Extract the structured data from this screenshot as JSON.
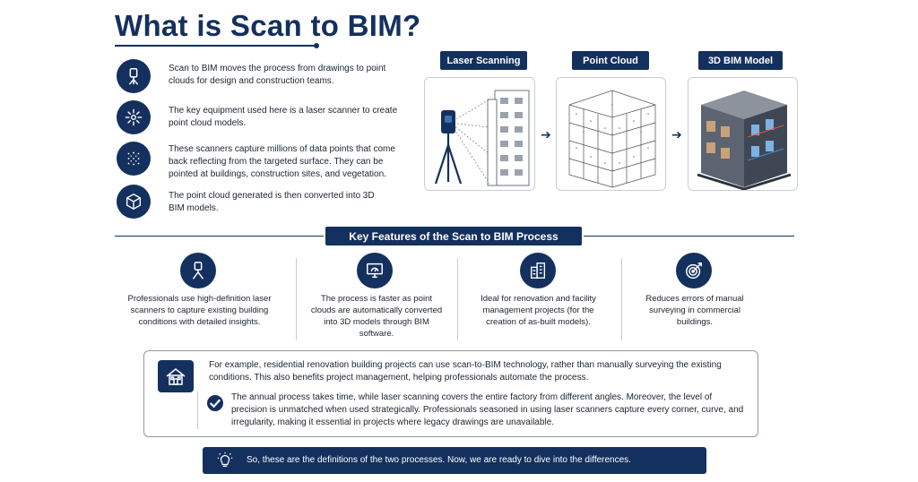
{
  "title": "What is Scan to BIM?",
  "intro": [
    {
      "icon": "laser-scanner-icon",
      "text": "Scan to BIM moves the process from drawings to point clouds for design and construction teams."
    },
    {
      "icon": "laser-burst-icon",
      "text": "The key equipment used here is a laser scanner to create point cloud models."
    },
    {
      "icon": "data-points-icon",
      "text": "These scanners capture millions of data points that come back reflecting from the targeted surface. They can be pointed at buildings, construction sites, and vegetation."
    },
    {
      "icon": "cube-icon",
      "text": "The point cloud generated is then converted into 3D BIM models."
    }
  ],
  "steps": [
    {
      "label": "Laser Scanning"
    },
    {
      "label": "Point Cloud"
    },
    {
      "label": "3D BIM Model"
    }
  ],
  "features_heading": "Key Features of the Scan to BIM Process",
  "features": [
    {
      "icon": "tripod-scanner-icon",
      "text": "Professionals use high-definition laser scanners to capture existing building conditions with detailed insights."
    },
    {
      "icon": "monitor-gauge-icon",
      "text": "The process is faster as point clouds are automatically converted into 3D models through BIM software."
    },
    {
      "icon": "buildings-icon",
      "text": "Ideal for renovation and facility management projects (for the creation of as-built models)."
    },
    {
      "icon": "target-icon",
      "text": "Reduces errors of manual surveying in commercial buildings."
    }
  ],
  "example": {
    "house_icon": "house-icon",
    "paragraph1": "For example, residential renovation building projects can use scan-to-BIM technology, rather than manually surveying the existing conditions. This also benefits project management, helping professionals automate the process.",
    "check_icon": "check-icon",
    "paragraph2": "The annual process takes time, while laser scanning covers the entire factory from different angles. Moreover, the level of precision is unmatched when used strategically. Professionals seasoned in using laser scanners capture every corner, curve, and irregularity, making it essential in projects where legacy drawings are unavailable."
  },
  "banner": {
    "icon": "lightbulb-icon",
    "text": "So, these are the definitions of the two processes. Now, we are ready to dive into the differences."
  },
  "colors": {
    "navy": "#14305e",
    "border": "#c9ced6"
  }
}
